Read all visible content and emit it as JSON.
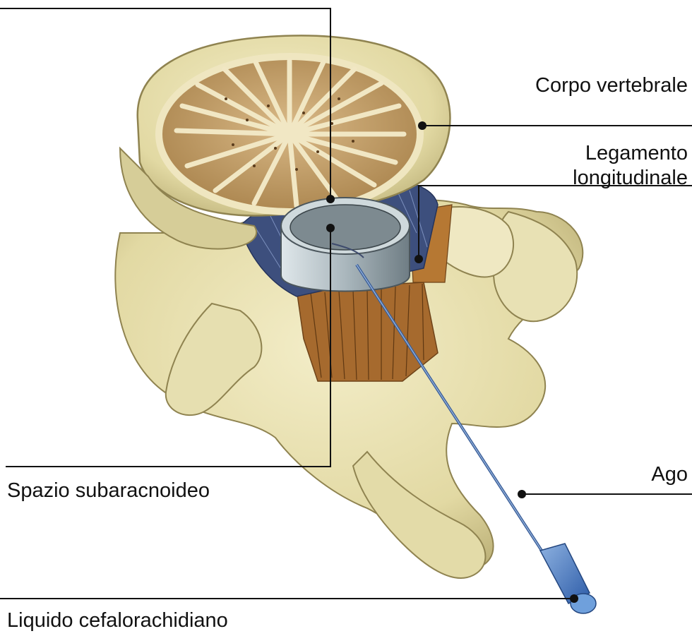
{
  "labels": {
    "corpo_vertebrale": "Corpo vertebrale",
    "legamento_line1": "Legamento",
    "legamento_line2": "longitudinale",
    "ago": "Ago",
    "spazio_subaracnoideo": "Spazio subaracnoideo",
    "liquido_cefalorachidiano": "Liquido cefalorachidiano"
  },
  "colors": {
    "bone": "#e9e2b4",
    "bone_shadow": "#c9bf86",
    "cancellous": "#8d6a3a",
    "ligament_blue": "#3b4d7a",
    "nerve_fibers": "#a0652a",
    "dura": "#9aa8ad",
    "needle": "#4d6ea6",
    "leader_line": "#111111"
  }
}
